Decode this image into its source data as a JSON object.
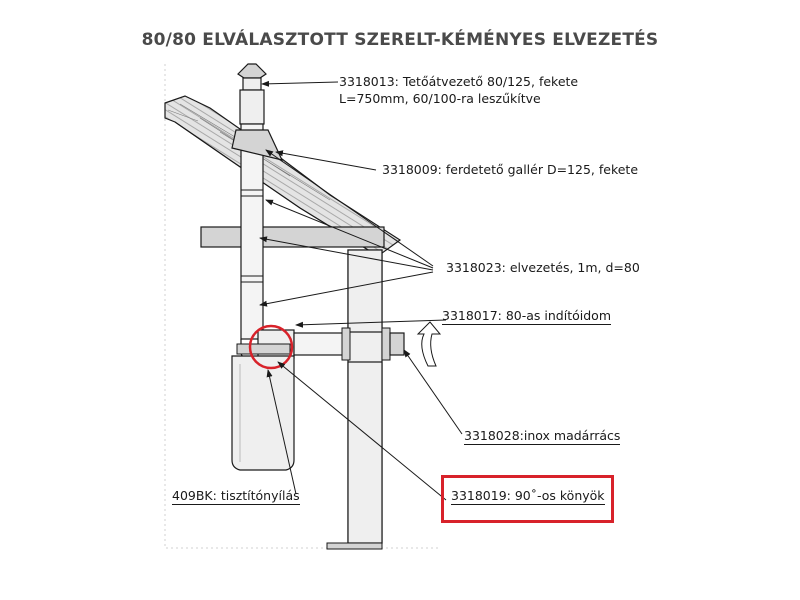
{
  "title": "80/80 ELVÁLASZTOTT SZERELT-KÉMÉNYES ELVEZETÉS",
  "labels": {
    "roof_terminal_line1": "3318013: Tetőátvezető 80/125, fekete",
    "roof_terminal_line2": "L=750mm, 60/100-ra leszűkítve",
    "collar": "3318009: ferdetető gallér D=125, fekete",
    "pipe": "3318023: elvezetés, 1m, d=80",
    "starter": "3318017: 80-as indítóidom",
    "bird_grille": "3318028:inox madárrács",
    "cleaning": "409BK: tisztítónyílás",
    "elbow": "3318019: 90˚-os könyök"
  },
  "colors": {
    "highlight": "#d8222a",
    "line": "#1a1a1a",
    "fill_grey": "#d4d4d4",
    "fill_light": "#efefef",
    "title": "#4a4a4a"
  }
}
